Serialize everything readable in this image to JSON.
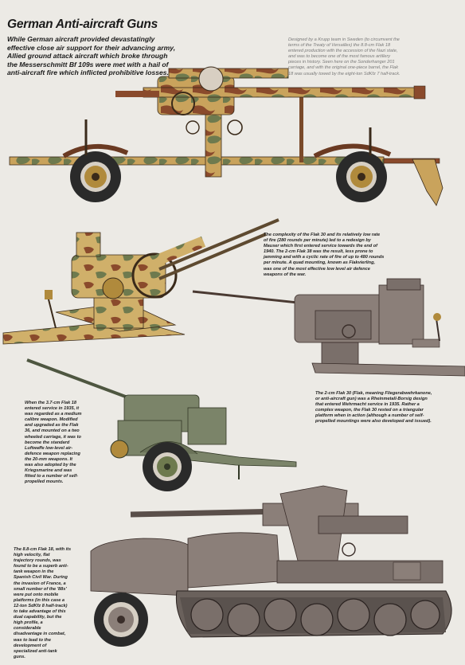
{
  "title": "German Anti-aircraft Guns",
  "intro": "While German aircraft provided devastatingly effective close air support for their advancing army, Allied ground attack aircraft which broke through the Messerschmitt Bf 109s were met with a hail of anti-aircraft fire which inflicted prohibitive losses.",
  "captions": {
    "flak18": "Designed by a Krupp team in Sweden (to circumvent the terms of the Treaty of Versailles) the 8.8-cm Flak 18 entered production with the accession of the Nazi state, and was to become one of the most famous artillery pieces in history. Seen here on the Sonderhanger 201 carriage, and with the original one-piece barrel, the Flak 18 was usually towed by the eight-ton SdKfz 7 half-track.",
    "flakvierling": "The complexity of the Flak 30 and its relatively low rate of fire (280 rounds per minute) led to a redesign by Mauser which first entered service towards the end of 1940. The 2-cm Flak 38 was the result, less prone to jamming and with a cyclic rate of fire of up to 480 rounds per minute. A quad mounting, known as Flakvierling, was one of the most effective low level air defence weapons of the war.",
    "flak30": "The 2-cm Flak 30 (Flak, meaning Fliegerabwehrkanone, or anti-aircraft gun) was a Rheinmetall-Borsig design that entered Wehrmacht service in 1935. Rather a complex weapon, the Flak 30 rested on a triangular platform when in action (although a number of self-propelled mountings were also developed and issued).",
    "flak36": "When the 3.7-cm Flak 18 entered service in 1935, it was regarded as a medium calibre weapon. Modified and upgraded as the Flak 36, and mounted on a two wheeled carriage, it was to become the standard Luftwaffe low-level air-defence weapon replacing the 20-mm weapons. It was also adopted by the Kriegsmarine and was fitted to a number of self-propelled mounts.",
    "sdkfz8": "The 8.8-cm Flak 18, with its high velocity, flat trajectory rounds, was found to be a superb anti-tank weapon in the Spanish Civil War. During the invasion of France, a small number of the '88s' were put onto mobile platforms (in this case a 12-ton SdKfz 8 half-track) to take advantage of this dual capability, but the high profile, a considerable disadvantage in combat, was to lead to the development of specialized anti-tank guns."
  },
  "caption_lines": {
    "flak18": [
      "Designed by a Krupp team in Sweden (to circumvent the",
      "terms of the Treaty of Versailles) the 8.8-cm Flak 18",
      "entered production with the accession of the Nazi state,",
      "and was to become one of the most famous artillery",
      "pieces in history. Seen here on the Sonderhanger 201",
      "carriage, and with the original one-piece barrel, the Flak",
      "18 was usually towed by the eight-ton SdKfz 7 half-track."
    ],
    "flakvierling": [
      "The complexity of the Flak 30 and its relatively low rate",
      "of fire (280 rounds per minute) led to a redesign by",
      "Mauser which first entered service towards the end of",
      "1940. The 2-cm Flak 38 was the result, less prone to",
      "jamming and with a cyclic rate of fire of up to 480 rounds",
      "per minute. A quad mounting, known as Flakvierling,",
      "was one of the most effective low level air defence",
      "weapons of the war."
    ],
    "flak30": [
      "The 2-cm Flak 30 (Flak, meaning Fliegerabwehrkanone,",
      "or anti-aircraft gun) was a Rheinmetall-Borsig design",
      "that entered Wehrmacht service in 1935. Rather a",
      "complex weapon, the Flak 30 rested on a triangular",
      "platform when in action (although a number of self-",
      "propelled mountings were also developed and issued)."
    ],
    "flak36": [
      "When the 3.7-cm Flak 18",
      "entered service in 1935, it",
      "was regarded as a medium",
      "calibre weapon. Modified",
      "and upgraded as the Flak",
      "36, and mounted on a two",
      "wheeled carriage, it was to",
      "become the standard",
      "Luftwaffe low-level air-",
      "defence weapon replacing",
      "the 20-mm weapons. It",
      "was also adopted by the",
      "Kriegsmarine and was",
      "fitted to a number of self-",
      "propelled mounts."
    ],
    "sdkfz8": [
      "The 8.8-cm Flak 18, with its",
      "high velocity, flat",
      "trajectory rounds, was",
      "found to be a superb anti-",
      "tank weapon in the",
      "Spanish Civil War. During",
      "the invasion of France, a",
      "small number of the '88s'",
      "were put onto mobile",
      "platforms (in this case a",
      "12-ton SdKfz 8 half-track)",
      "to take advantage of this",
      "dual capability, but the",
      "high profile, a",
      "considerable",
      "disadvantage in combat,",
      "was to lead to the",
      "development of",
      "specialized anti-tank",
      "guns."
    ]
  },
  "colors": {
    "background": "#eceae5",
    "camo_sand": "#c9a35c",
    "camo_brown": "#8a4a2c",
    "camo_green": "#6e7a4e",
    "grey_green": "#7b8469",
    "panzer_grey": "#8b7f79",
    "tyre": "#2a2a2a",
    "wheel_hub": "#b08a3c"
  }
}
